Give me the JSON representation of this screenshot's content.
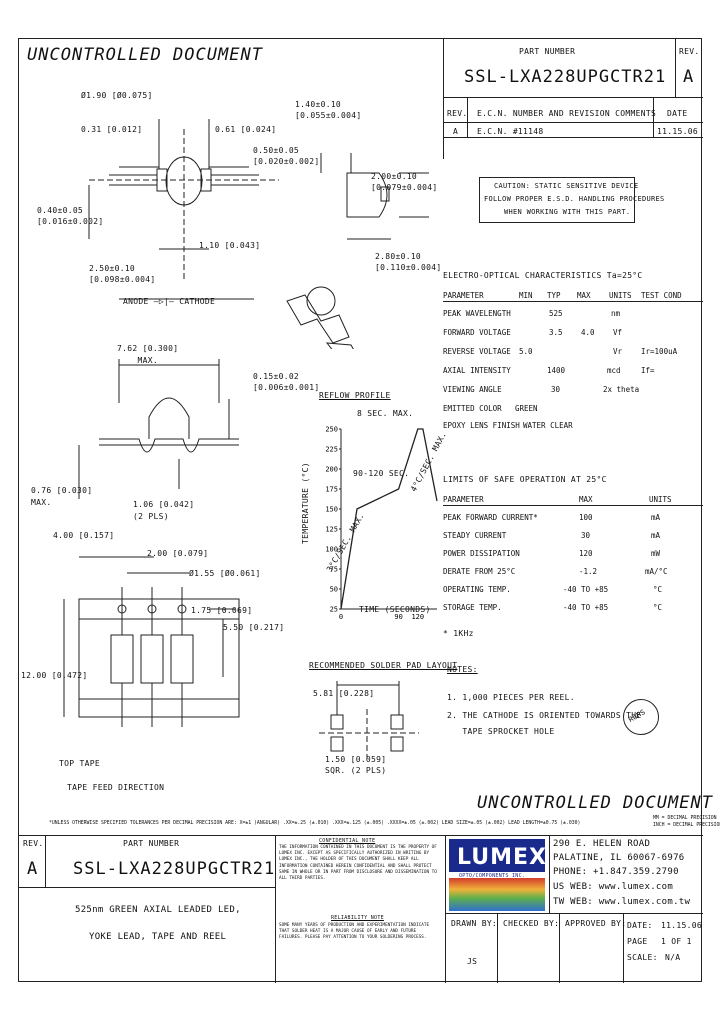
{
  "header": {
    "uncontrolled_top": "UNCONTROLLED DOCUMENT",
    "part_number_label": "PART NUMBER",
    "part_number": "SSL-LXA228UPGCTR21",
    "rev_label": "REV.",
    "rev": "A",
    "ecn_headers": [
      "REV.",
      "E.C.N. NUMBER AND REVISION COMMENTS",
      "DATE"
    ],
    "ecn_row": [
      "A",
      "E.C.N. #11148",
      "11.15.06"
    ]
  },
  "caution": [
    "CAUTION: STATIC SENSITIVE DEVICE",
    "FOLLOW PROPER E.S.D. HANDLING PROCEDURES",
    "WHEN WORKING WITH THIS PART."
  ],
  "dimensions": {
    "d1": "Ø1.90 [Ø0.075]",
    "d2": "0.31 [0.012]",
    "d3": "0.61 [0.024]",
    "d4": "0.40±0.05\n[0.016±0.002]",
    "d5": "1.10 [0.043]",
    "d6": "2.50±0.10\n[0.098±0.004]",
    "d7": "1.40±0.10\n[0.055±0.004]",
    "d8": "0.50±0.05\n[0.020±0.002]",
    "d9": "2.00±0.10\n[0.079±0.004]",
    "d10": "2.80±0.10\n[0.110±0.004]",
    "anode_cathode": "ANODE —▷|— CATHODE",
    "d11": "7.62 [0.300]\nMAX.",
    "d12": "0.15±0.02\n[0.006±0.001]",
    "d13": "0.76 [0.030]\nMAX.",
    "d14": "1.06 [0.042]\n(2 PLS)",
    "d15": "4.00 [0.157]",
    "d16": "2.00 [0.079]",
    "d17": "Ø1.55 [Ø0.061]",
    "d18": "1.75 [0.069]",
    "d19": "5.50 [0.217]",
    "d20": "12.00 [0.472]",
    "top_tape": "TOP TAPE",
    "feed_direction": "TAPE FEED DIRECTION"
  },
  "reflow": {
    "title": "REFLOW PROFILE",
    "ylabel": "TEMPERATURE (°C)",
    "xlabel": "TIME (SECONDS)",
    "note_top": "8 SEC. MAX.",
    "note_mid": "90-120 SEC.",
    "note_ramp_up": "3°C/SEC. MAX.",
    "note_ramp_down": "4°C/SEC. MAX."
  },
  "solder_layout": {
    "title": "RECOMMENDED SOLDER PAD LAYOUT",
    "dim1": "5.81 [0.228]",
    "dim2": "1.50 [0.059]\nSQR. (2 PLS)"
  },
  "chart_data": {
    "type": "line",
    "title": "REFLOW PROFILE",
    "xlabel": "TIME (SECONDS)",
    "ylabel": "TEMPERATURE (°C)",
    "x_ticks": [
      "0",
      "90",
      "120"
    ],
    "y_ticks": [
      "25",
      "50",
      "75",
      "100",
      "125",
      "150",
      "175",
      "200",
      "225",
      "250"
    ],
    "xlim": [
      0,
      150
    ],
    "ylim": [
      25,
      250
    ],
    "series": [
      {
        "x": [
          0,
          25,
          90,
          120,
          128,
          150
        ],
        "y": [
          25,
          150,
          175,
          250,
          250,
          160
        ]
      }
    ]
  },
  "eo": {
    "title": "ELECTRO-OPTICAL CHARACTERISTICS Ta=25°C",
    "headers": [
      "PARAMETER",
      "MIN",
      "TYP",
      "MAX",
      "UNITS",
      "TEST COND"
    ],
    "rows": [
      [
        "PEAK WAVELENGTH",
        "",
        "525",
        "",
        "nm",
        ""
      ],
      [
        "FORWARD VOLTAGE",
        "",
        "3.5",
        "4.0",
        "Vf",
        ""
      ],
      [
        "REVERSE VOLTAGE",
        "5.0",
        "",
        "",
        "Vr",
        "Ir=100uA"
      ],
      [
        "AXIAL INTENSITY",
        "",
        "1400",
        "",
        "mcd",
        "If="
      ],
      [
        "VIEWING ANGLE",
        "",
        "30",
        "",
        "2x theta",
        ""
      ],
      [
        "EMITTED COLOR",
        "GREEN",
        "",
        "",
        "",
        ""
      ],
      [
        "EPOXY LENS FINISH",
        "WATER CLEAR",
        "",
        "",
        "",
        ""
      ]
    ]
  },
  "limits": {
    "title": "LIMITS OF SAFE OPERATION AT 25°C",
    "headers": [
      "PARAMETER",
      "MAX",
      "UNITS"
    ],
    "rows": [
      [
        "PEAK FORWARD CURRENT*",
        "100",
        "mA"
      ],
      [
        "STEADY CURRENT",
        "30",
        "mA"
      ],
      [
        "POWER DISSIPATION",
        "120",
        "mW"
      ],
      [
        "DERATE FROM 25°C",
        "-1.2",
        "mA/°C"
      ],
      [
        "OPERATING TEMP.",
        "-40 TO +85",
        "°C"
      ],
      [
        "STORAGE TEMP.",
        "-40 TO +85",
        "°C"
      ]
    ],
    "footnote": "* 1KHz"
  },
  "notes": {
    "title": "NOTES:",
    "items": [
      "1. 1,000 PIECES PER REEL.",
      "2. THE CATHODE IS ORIENTED TOWARDS THE",
      "   TAPE SPROCKET HOLE"
    ]
  },
  "rohs": "RoHS",
  "uncontrolled_bottom": "UNCONTROLLED DOCUMENT",
  "tolerance_note": "*UNLESS OTHERWISE SPECIFIED TOLERANCES PER DECIMAL PRECISION ARE: X=±1 (ANGULAR) .XX=±.25 (±.010) .XXX=±.125 (±.005) .XXXX=±.05 (±.002) LEAD SIZE=±.05 (±.002) LEAD LENGTH=±0.75 (±.030)",
  "tolerance_right": "MM = DECIMAL PRECISION\nINCH = DECIMAL PRECISION",
  "title_block": {
    "rev_label": "REV.",
    "rev": "A",
    "part_number_label": "PART NUMBER",
    "part_number": "SSL-LXA228UPGCTR21",
    "confidential_title": "CONFIDENTIAL NOTE",
    "confidential_text": "THE INFORMATION CONTAINED IN THIS DOCUMENT IS THE PROPERTY OF LUMEX INC. EXCEPT AS SPECIFICALLY AUTHORIZED IN WRITING BY LUMEX INC., THE HOLDER OF THIS DOCUMENT SHALL KEEP ALL INFORMATION CONTAINED HEREIN CONFIDENTIAL AND SHALL PROTECT SAME IN WHOLE OR IN PART FROM DISCLOSURE AND DISSEMINATION TO ALL THIRD PARTIES.",
    "reliability_title": "RELIABILITY NOTE",
    "reliability_text": "SOME MANY YEARS OF PRODUCTION AND EXPERIMENTATION INDICATE THAT SOLDER HEAT IS A MAJOR CAUSE OF EARLY AND FUTURE FAILURES. PLEASE PAY ATTENTION TO YOUR SOLDERING PROCESS.",
    "logo": "LUMEX",
    "logo_sub": "OPTO/COMPONENTS INC.",
    "address": [
      "290 E. HELEN ROAD",
      "PALATINE, IL 60067-6976",
      "PHONE: +1.847.359.2790",
      "US WEB: www.lumex.com",
      "TW WEB: www.lumex.com.tw"
    ],
    "description": [
      "525nm GREEN AXIAL LEADED LED,",
      "YOKE LEAD, TAPE AND REEL"
    ],
    "drawn_label": "DRAWN BY:",
    "drawn": "JS",
    "checked_label": "CHECKED BY:",
    "approved_label": "APPROVED BY:",
    "date_label": "DATE:",
    "date": "11.15.06",
    "page_label": "PAGE",
    "page": "1 OF 1",
    "scale_label": "SCALE:",
    "scale": "N/A"
  }
}
